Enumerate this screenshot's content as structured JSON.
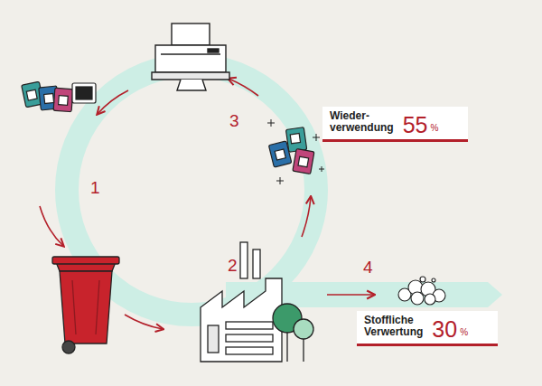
{
  "diagram": {
    "nodes": [
      {
        "text": [
          "Wieder- verwendung",
          "55",
          "%"
        ]
      },
      {
        "text": [
          "Stoffliche Verwertung",
          "30",
          "%"
        ]
      }
    ],
    "labels": [
      "1",
      "2",
      "3",
      "4"
    ]
  }
}
